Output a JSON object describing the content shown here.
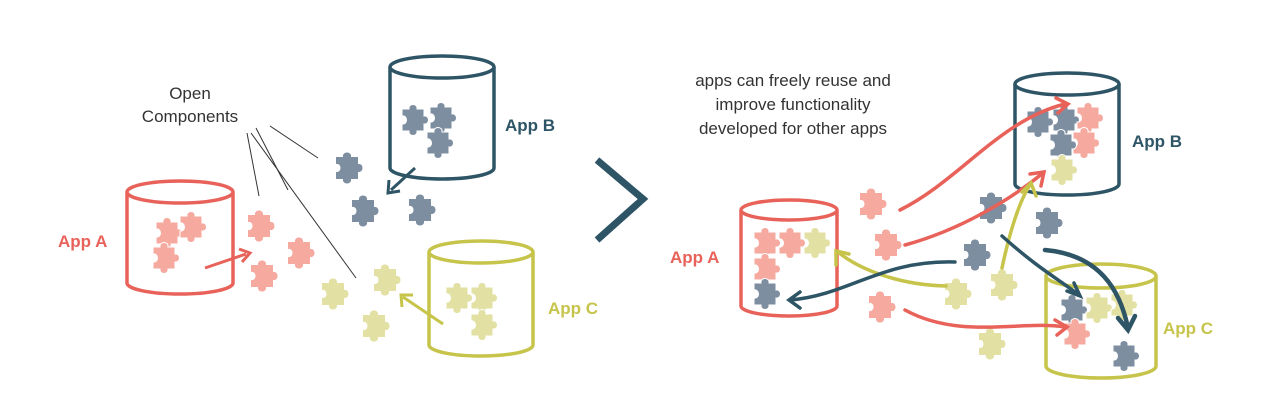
{
  "left": {
    "open_components_line1": "Open",
    "open_components_line2": "Components",
    "app_a": "App A",
    "app_b": "App B",
    "app_c": "App C"
  },
  "right": {
    "caption_line1": "apps can freely reuse and",
    "caption_line2": "improve  functionality",
    "caption_line3": "developed for other apps",
    "app_a": "App A",
    "app_b": "App B",
    "app_c": "App C"
  },
  "colors": {
    "app_a": "#e8625a",
    "app_a_piece": "#f5a99f",
    "app_b": "#2e5566",
    "app_b_piece": "#7d8ea0",
    "app_c": "#c6c44a",
    "app_c_piece": "#e2e0a2",
    "text": "#333333"
  },
  "icons": {
    "next": "chevron-right-icon",
    "cylinder": "database-cylinder-icon",
    "piece": "puzzle-piece-icon"
  }
}
